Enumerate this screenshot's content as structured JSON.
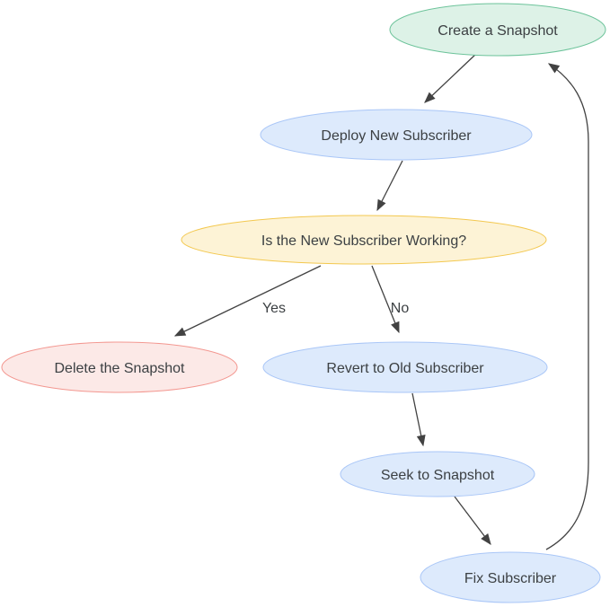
{
  "diagram": {
    "type": "flowchart",
    "nodes": {
      "create": {
        "label": "Create a Snapshot",
        "fill": "#ddf2e7",
        "stroke": "#6cc39a"
      },
      "deploy": {
        "label": "Deploy New Subscriber",
        "fill": "#ddeafc",
        "stroke": "#a9c6f7"
      },
      "working": {
        "label": "Is the New Subscriber Working?",
        "fill": "#fdf3d6",
        "stroke": "#f3c84f"
      },
      "delete": {
        "label": "Delete the Snapshot",
        "fill": "#fce9e7",
        "stroke": "#f39790"
      },
      "revert": {
        "label": "Revert to Old Subscriber",
        "fill": "#ddeafc",
        "stroke": "#a9c6f7"
      },
      "seek": {
        "label": "Seek to Snapshot",
        "fill": "#ddeafc",
        "stroke": "#a9c6f7"
      },
      "fix": {
        "label": "Fix Subscriber",
        "fill": "#ddeafc",
        "stroke": "#a9c6f7"
      }
    },
    "edge_labels": {
      "yes": "Yes",
      "no": "No"
    },
    "colors": {
      "edge": "#424242",
      "text": "#3c4043"
    }
  }
}
